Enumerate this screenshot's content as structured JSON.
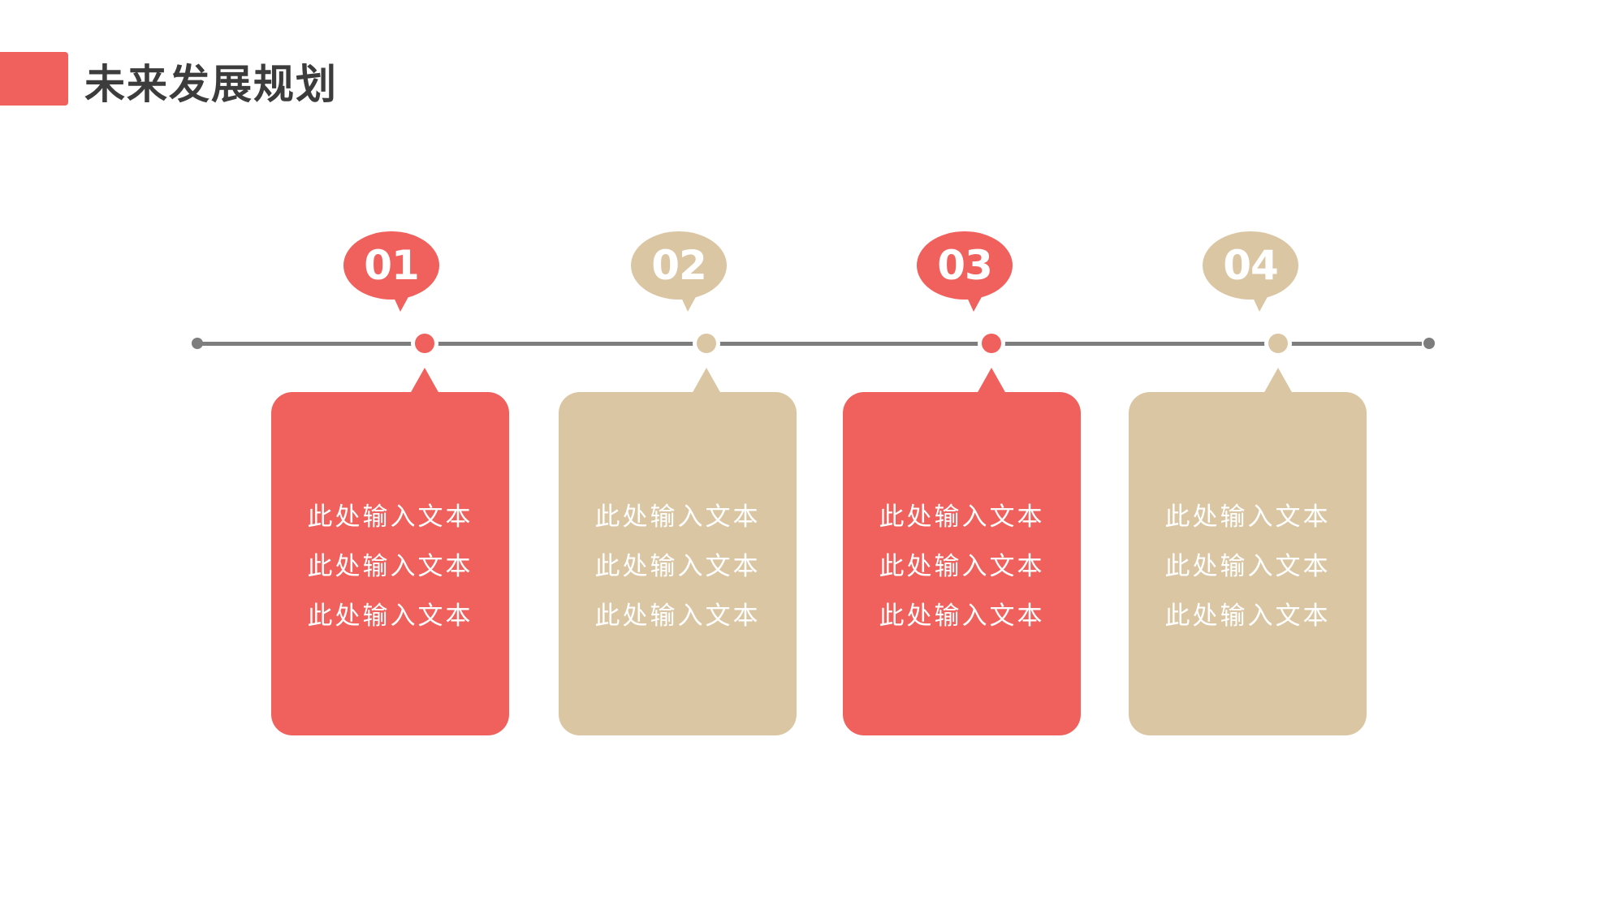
{
  "title": "未来发展规划",
  "colors": {
    "red": "#f0605c",
    "tan": "#dbc6a4",
    "line": "#7d7d7d",
    "title_text": "#3c3c3c"
  },
  "stages": [
    {
      "number": "01",
      "color": "red",
      "lines": [
        "此处输入文本",
        "此处输入文本",
        "此处输入文本"
      ]
    },
    {
      "number": "02",
      "color": "tan",
      "lines": [
        "此处输入文本",
        "此处输入文本",
        "此处输入文本"
      ]
    },
    {
      "number": "03",
      "color": "red",
      "lines": [
        "此处输入文本",
        "此处输入文本",
        "此处输入文本"
      ]
    },
    {
      "number": "04",
      "color": "tan",
      "lines": [
        "此处输入文本",
        "此处输入文本",
        "此处输入文本"
      ]
    }
  ]
}
